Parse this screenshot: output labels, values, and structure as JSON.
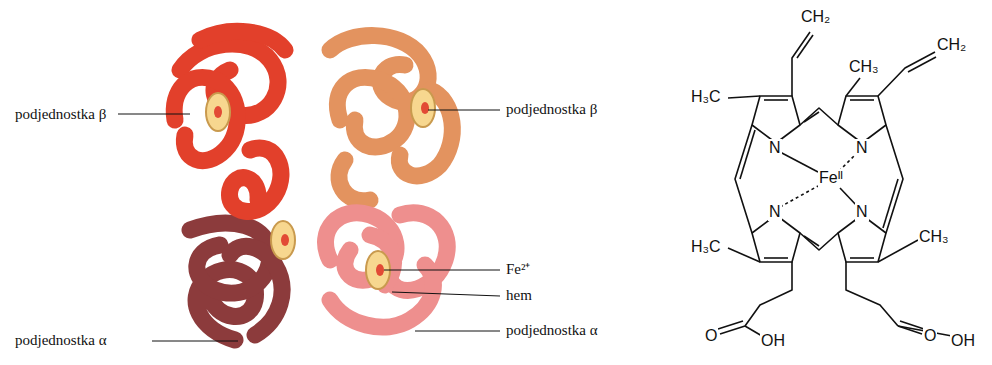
{
  "diagram": {
    "labels": [
      "podjednostka β",
      "podjednostka β",
      "Fe²⁺",
      "hem",
      "podjednostka α",
      "podjednostka α",
      "CH₂",
      "CH₃",
      "CH₂",
      "H₃C",
      "N",
      "N",
      "Feᴵᴵ",
      "N",
      "N",
      "H₃C",
      "CH₃",
      "O",
      "OH",
      "O",
      "OH"
    ]
  }
}
